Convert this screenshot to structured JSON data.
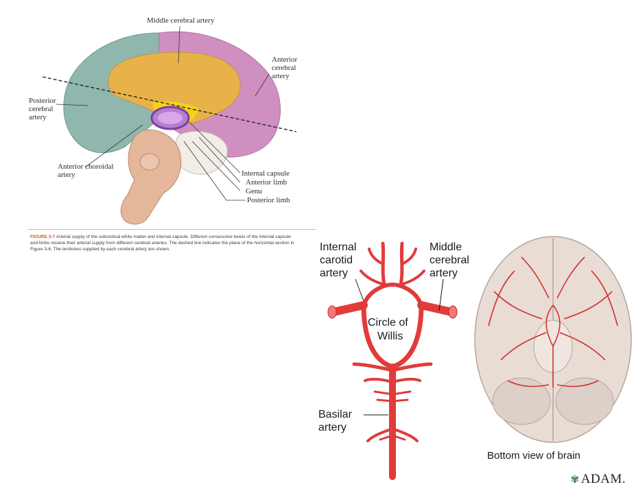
{
  "brain_figure": {
    "labels": {
      "middle_cerebral": "Middle cerebral artery",
      "anterior_cerebral": [
        "Anterior",
        "cerebral",
        "artery"
      ],
      "posterior_cerebral": [
        "Posterior",
        "cerebral",
        "artery"
      ],
      "anterior_choroidal": [
        "Anterior choroidal",
        "artery"
      ],
      "internal_capsule": "Internal capsule",
      "anterior_limb": "Anterior limb",
      "genu": "Genu",
      "posterior_limb": "Posterior limb"
    },
    "caption": {
      "figure_number": "FIGURE 3-7",
      "text": "Arterial supply of the subcortical white matter and internal capsule. Different consecutive levels of the internal capsule and limbs receive their arterial supply from different cerebral arteries. The dashed line indicates the plane of the horizontal section in Figure 3-6. The territories supplied by each cerebral artery are shown."
    },
    "colors": {
      "middle_cerebral": "#e8b24a",
      "anterior_cerebral": "#cf8fc0",
      "posterior_cerebral": "#8fb7ae",
      "capsule": "#9a5fc0",
      "brainstem": "#e4b79a"
    }
  },
  "willis_figure": {
    "labels": {
      "internal_carotid": [
        "Internal",
        "carotid",
        "artery"
      ],
      "middle_cerebral": [
        "Middle",
        "cerebral",
        "artery"
      ],
      "circle": [
        "Circle of",
        "Willis"
      ],
      "basilar": [
        "Basilar",
        "artery"
      ],
      "bottom_view": "Bottom view of brain"
    },
    "logo": "ADAM.",
    "colors": {
      "artery": "#e23b3b",
      "brain": "#e9dcd4"
    }
  }
}
